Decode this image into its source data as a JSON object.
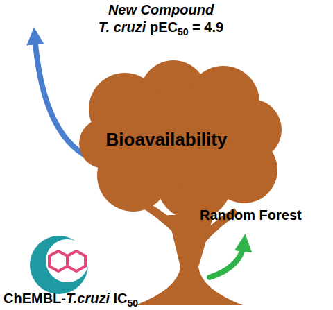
{
  "diagram": {
    "nodes": [
      {
        "text": [
          "Bioavailability"
        ]
      }
    ],
    "labels": [
      "New Compound",
      "T. cruzi pEC50 = 4.9",
      "Random Forest",
      "ChEMBL-T.cruzi IC50"
    ]
  }
}
